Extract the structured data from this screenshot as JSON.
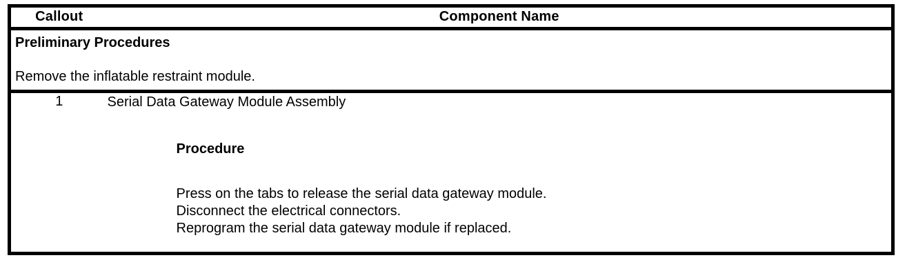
{
  "document": {
    "type": "service-procedure-table",
    "colors": {
      "background": "#ffffff",
      "text": "#000000",
      "border": "#000000"
    }
  },
  "table": {
    "headers": {
      "callout": "Callout",
      "component_name": "Component Name"
    },
    "preliminary": {
      "title": "Preliminary Procedures",
      "text": "Remove the inflatable restraint module."
    },
    "rows": [
      {
        "callout": "1",
        "component_title": "Serial Data Gateway Module Assembly",
        "procedure_heading": "Procedure",
        "steps": [
          "Press on the tabs to release the serial data gateway module.",
          "Disconnect the electrical connectors.",
          "Reprogram the serial data gateway module if replaced."
        ]
      }
    ]
  }
}
